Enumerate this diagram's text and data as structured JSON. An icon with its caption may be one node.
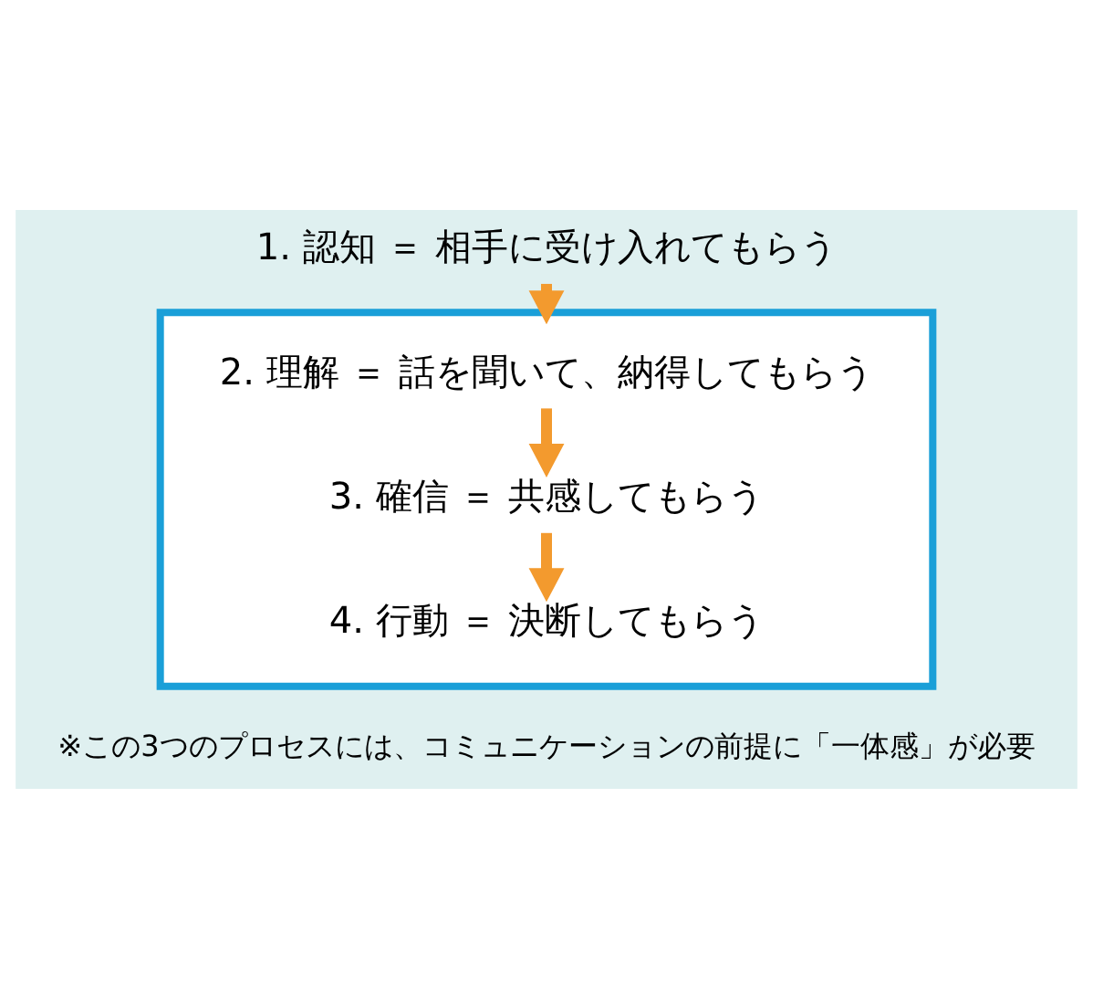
{
  "diagram": {
    "nodes": [
      {
        "text": [
          "1. 認知 ＝ 相手に受け入れてもらう"
        ]
      },
      {
        "text": [],
        "shape": "box"
      },
      {
        "text": [
          "2. 理解 ＝ 話を聞いて、納得してもらう"
        ],
        "in": 1
      },
      {
        "text": [
          "3. 確信 ＝ 共感してもらう"
        ],
        "in": 1
      },
      {
        "text": [
          "4. 行動 ＝ 決断してもらう"
        ],
        "in": 1
      }
    ],
    "edges": [
      {
        "from": 0,
        "to": 1,
        "arrow": "to"
      },
      {
        "from": 2,
        "to": 3,
        "arrow": "to"
      },
      {
        "from": 3,
        "to": 4,
        "arrow": "to"
      }
    ],
    "labels": [
      "※この3つのプロセスには、コミュニケーションの前提に「一体感」が必要"
    ]
  }
}
